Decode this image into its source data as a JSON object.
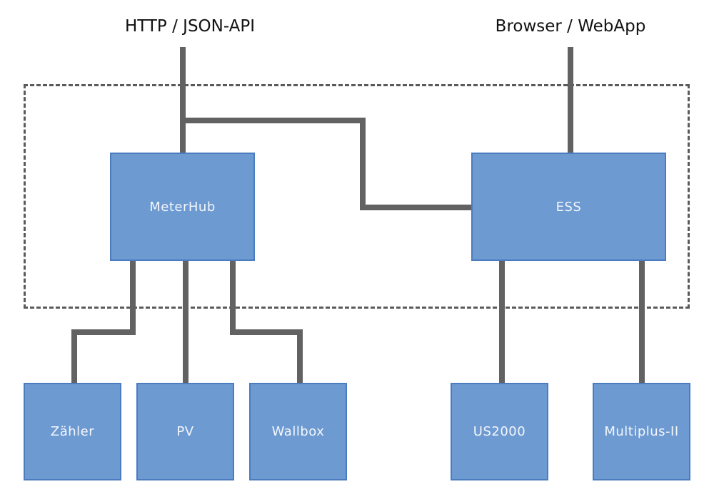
{
  "diagram": {
    "type": "system-architecture",
    "top_labels": {
      "api": "HTTP / JSON-API",
      "webapp": "Browser / WebApp"
    },
    "nodes": {
      "meterhub": {
        "label": "MeterHub"
      },
      "ess": {
        "label": "ESS"
      },
      "zaehler": {
        "label": "Zähler"
      },
      "pv": {
        "label": "PV"
      },
      "wallbox": {
        "label": "Wallbox"
      },
      "us2000": {
        "label": "US2000"
      },
      "multiplus": {
        "label": "Multiplus-II"
      }
    },
    "connections": [
      "HTTP / JSON-API - MeterHub",
      "MeterHub - ESS",
      "Browser / WebApp - ESS",
      "MeterHub - Zähler",
      "MeterHub - PV",
      "MeterHub - Wallbox",
      "ESS - US2000",
      "ESS - Multiplus-II"
    ],
    "colors": {
      "node_fill": "#6e9ad2",
      "node_border": "#4a7cbf",
      "node_text": "#f2f6fb",
      "edge": "#626262",
      "dashed_border": "#5a5a5a",
      "label_text": "#111111",
      "background": "#ffffff"
    }
  }
}
